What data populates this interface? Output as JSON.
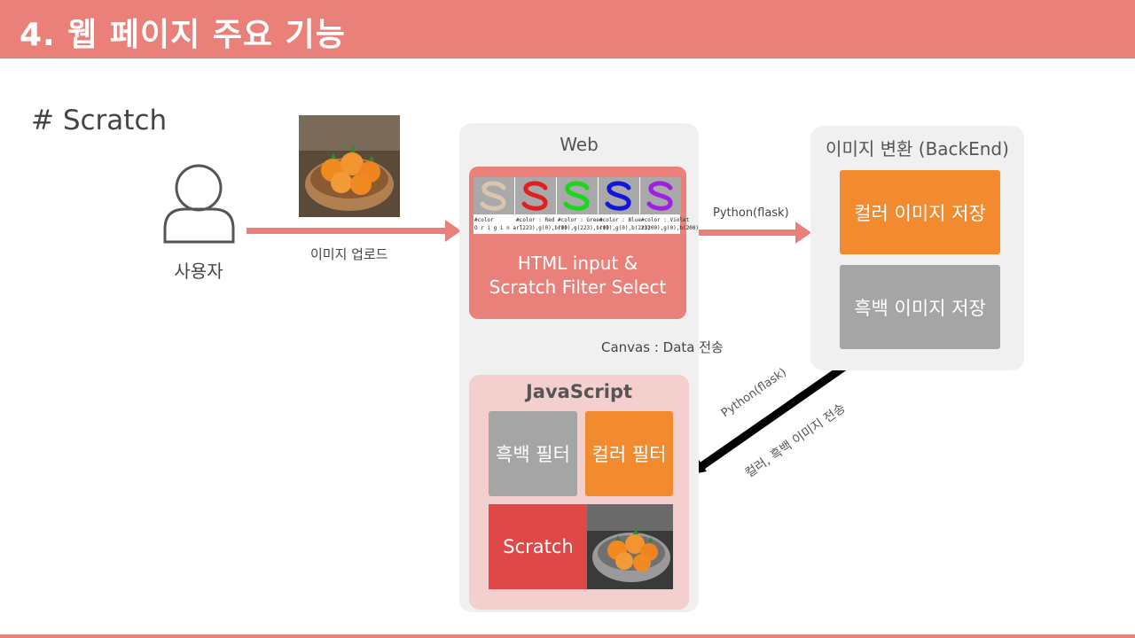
{
  "header": {
    "title": "4. 웹 페이지 주요 기능"
  },
  "section_title": "# Scratch",
  "user": {
    "label": "사용자",
    "icon": "user-icon"
  },
  "upload_label": "이미지 업로드",
  "web_panel": {
    "title": "Web",
    "html_box": {
      "line1": "HTML input &",
      "line2": "Scratch Filter Select"
    },
    "swatches": [
      {
        "name": "original",
        "color": "#d9c6b0",
        "caption1": "#color",
        "caption2": "O r i g i n a l"
      },
      {
        "name": "red",
        "color": "#e02020",
        "caption1": "#color : Red",
        "caption2": "r(223),g(0),b(0)"
      },
      {
        "name": "green",
        "color": "#19d719",
        "caption1": "#color : Green",
        "caption2": "r(0),g(223),b(0)"
      },
      {
        "name": "blue",
        "color": "#1414e0",
        "caption1": "#color : Blue",
        "caption2": "r(0),g(0),b(223)"
      },
      {
        "name": "violet",
        "color": "#a020e0",
        "caption1": "#color : Violet",
        "caption2": "r(200),g(0),b(200)"
      }
    ],
    "canvas_label": "Canvas : Data 전송"
  },
  "js_panel": {
    "title": "JavaScript",
    "gray_filter": "흑백 필터",
    "color_filter": "컬러 필터",
    "scratch": "Scratch"
  },
  "backend_panel": {
    "title": "이미지 변환 (BackEnd)",
    "color_save": "컬러 이미지 저장",
    "gray_save": "흑백 이미지 저장"
  },
  "flask_label_top": "Python(flask)",
  "flask_label_diag": "Python(flask)",
  "transfer_label": "컬러, 흑백 이미지 전송",
  "colors": {
    "accent": "#e9807a",
    "orange": "#f28a30",
    "gray": "#a5a5a5",
    "red": "#e04848",
    "pink_bg": "#f3cfcd",
    "panel_bg": "#f0f0f0"
  }
}
